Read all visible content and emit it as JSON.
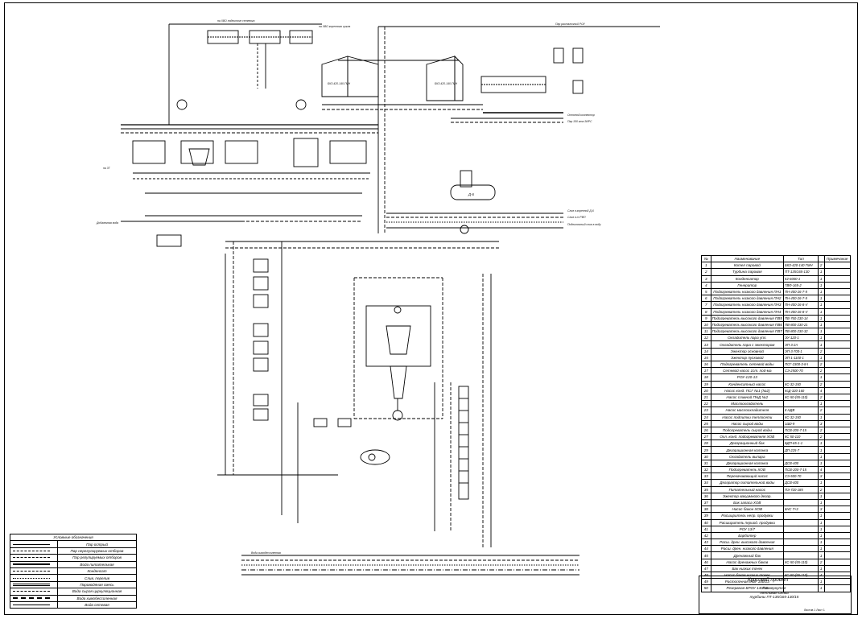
{
  "labels": {
    "top_flue": "на ХВО подпиточн сетевого",
    "top_flue_right": "на ХВО коренного цикла",
    "top_right_pipe": "Пар расталочный РОУ",
    "boiler_left": "БКЗ-420-140-ГМН",
    "boiler_right": "БКЗ-420-140-ГМН",
    "main_header": "Основной коллектор",
    "reserve_header": "Пар 150 ата ЗИРС",
    "d6": "Д-6",
    "drain_header1": "Слив в коренной Д-6",
    "drain_header2": "Слив в т РВП",
    "drain_header3": "Подпиточный слив в воду",
    "left_label": "на 3Т",
    "left_label2": "Добавочная вода",
    "bottom_pipes": "Вода химобессоленная"
  },
  "spec_table": {
    "headers": {
      "num": "№",
      "name": "Наименование",
      "type": "Тип",
      "qty": "",
      "note": "Примечание"
    },
    "rows": [
      {
        "num": "1",
        "name": "Котел паровой",
        "type": "БКЗ-420-140 ГМН",
        "qty": "2"
      },
      {
        "num": "2",
        "name": "Турбина паровая",
        "type": "ПТ-135/165-130",
        "qty": "1"
      },
      {
        "num": "3",
        "name": "Конденсатор",
        "type": "К2-6000-1",
        "qty": "1"
      },
      {
        "num": "4",
        "name": "Генератор",
        "type": "ТВФ-165-2",
        "qty": "1"
      },
      {
        "num": "5",
        "name": "Подогреватель низкого давления ПН1",
        "type": "ПН-400-26-7-II",
        "qty": "1"
      },
      {
        "num": "6",
        "name": "Подогреватель низкого давления ПН2",
        "type": "ПН-400-26-7-II",
        "qty": "1"
      },
      {
        "num": "7",
        "name": "Подогреватель низкого давления ПН3",
        "type": "ПН-400-26-8-V",
        "qty": "1"
      },
      {
        "num": "8",
        "name": "Подогреватель низкого давления ПН4",
        "type": "ПН-400-26-8-V",
        "qty": "1"
      },
      {
        "num": "9",
        "name": "Подогреватель высокого давления ПВ5",
        "type": "ПВ-760-230-14",
        "qty": "1"
      },
      {
        "num": "10",
        "name": "Подогреватель высокого давления ПВ6",
        "type": "ПВ-800-230-21",
        "qty": "1"
      },
      {
        "num": "11",
        "name": "Подогреватель высокого давления ПВ7",
        "type": "ПВ-800-230-32",
        "qty": "1"
      },
      {
        "num": "12",
        "name": "Охладитель пара упл.",
        "type": "ЭУ-120-1",
        "qty": "1"
      },
      {
        "num": "13",
        "name": "Охладитель пара с эжектором",
        "type": "ЭП-3-2А",
        "qty": "1"
      },
      {
        "num": "14",
        "name": "Эжектор основной",
        "type": "ЭП-3-700-1",
        "qty": "2"
      },
      {
        "num": "15",
        "name": "Эжектор пусковой",
        "type": "ЭП-1-1100-1",
        "qty": "1"
      },
      {
        "num": "16",
        "name": "Подогреватель сетевой воды",
        "type": "ПСГ-2300-3-8-I",
        "qty": "2"
      },
      {
        "num": "17",
        "name": "Сетевой насос 1ст. под-ма",
        "type": "СЭ-2500-70",
        "qty": "2"
      },
      {
        "num": "18",
        "name": "РОУ-120-13",
        "type": "",
        "qty": "1"
      },
      {
        "num": "19",
        "name": "Конденсатный насос",
        "type": "КС-32-150",
        "qty": "2"
      },
      {
        "num": "20",
        "name": "Насос конд. ПСГ №1 (№2)",
        "type": "КсД-320-160",
        "qty": "4"
      },
      {
        "num": "21",
        "name": "Насос сливной ПНД №2",
        "type": "КС-50-(55-110)",
        "qty": "2"
      },
      {
        "num": "22",
        "name": "Маслоохладитель",
        "type": "",
        "qty": "1"
      },
      {
        "num": "23",
        "name": "Насос маслоохладителя",
        "type": "8 НДВ",
        "qty": "2"
      },
      {
        "num": "24",
        "name": "Насос подпитки теплосети",
        "type": "КС-32-150",
        "qty": "1"
      },
      {
        "num": "25",
        "name": "Насос сырой воды",
        "type": "1Ш0-9",
        "qty": "3"
      },
      {
        "num": "26",
        "name": "Подогреватель сырой воды",
        "type": "ПСВ-200-7-15",
        "qty": "2"
      },
      {
        "num": "27",
        "name": "Охл. конд. подогревателя ХОВ",
        "type": "КС 50-110",
        "qty": "2"
      },
      {
        "num": "28",
        "name": "Деаэрационный бак",
        "type": "БДП-65-1-1",
        "qty": "1"
      },
      {
        "num": "29",
        "name": "Деаэрационная колонка",
        "type": "ДП-225-7",
        "qty": "1"
      },
      {
        "num": "30",
        "name": "Охладитель выпара",
        "type": "",
        "qty": "1"
      },
      {
        "num": "31",
        "name": "Деаэрационная колонка",
        "type": "ДСВ-400",
        "qty": "1"
      },
      {
        "num": "32",
        "name": "Подогреватель ХОВ",
        "type": "ПСВ-200-7-15",
        "qty": "4"
      },
      {
        "num": "33",
        "name": "Перекачивающий насос",
        "type": "СЭ-500-70",
        "qty": "3"
      },
      {
        "num": "34",
        "name": "Деаэратор питательной воды",
        "type": "ДСВ-400",
        "qty": "1"
      },
      {
        "num": "35",
        "name": "Питательный насос",
        "type": "ПЭ-720-185",
        "qty": "2"
      },
      {
        "num": "36",
        "name": "Эжектор вакуумного деаэр.",
        "type": "",
        "qty": "1"
      },
      {
        "num": "37",
        "name": "Бак запаса ХОВ",
        "type": "",
        "qty": "1"
      },
      {
        "num": "38",
        "name": "Насос бакон ХОВ",
        "type": "8НС 7×3",
        "qty": "3"
      },
      {
        "num": "39",
        "name": "Расширитель непр. продувки",
        "type": "",
        "qty": "1"
      },
      {
        "num": "40",
        "name": "Расширитель период. продувки",
        "type": "",
        "qty": "1"
      },
      {
        "num": "41",
        "name": "РОУ 13/7",
        "type": "",
        "qty": "1"
      },
      {
        "num": "42",
        "name": "Барботер",
        "type": "",
        "qty": "1"
      },
      {
        "num": "43",
        "name": "Расш. дрен. высокого давления",
        "type": "",
        "qty": "1"
      },
      {
        "num": "44",
        "name": "Расш. дрен. низкого давления",
        "type": "",
        "qty": "1"
      },
      {
        "num": "45",
        "name": "Дренажный бак",
        "type": "",
        "qty": "1"
      },
      {
        "num": "46",
        "name": "Насос дренажных баков",
        "type": "КС-50-(55-110)",
        "qty": "2"
      },
      {
        "num": "47",
        "name": "Бак низких точек",
        "type": "",
        "qty": "1"
      },
      {
        "num": "48",
        "name": "Насос баков низких точек",
        "type": "КС-50-(55-110)",
        "qty": "4"
      },
      {
        "num": "49",
        "name": "Растопочная РОУ 140/13",
        "type": "",
        "qty": "1"
      },
      {
        "num": "50",
        "name": "Резервная БРОУ 140/13",
        "type": "",
        "qty": "1"
      }
    ]
  },
  "legend": {
    "title": "Условные обозначения",
    "items": [
      {
        "text": "Пар острый",
        "style": "solid"
      },
      {
        "text": "Пар нерегулируемых отборов",
        "style": "dash"
      },
      {
        "text": "Пар регулируемых отборов",
        "style": "longdash"
      },
      {
        "text": "Вода питательная",
        "style": "thick"
      },
      {
        "text": "Конденсат",
        "style": "dashdot"
      },
      {
        "text": "Слив, перелив",
        "style": "dot"
      },
      {
        "text": "Пароводяная смесь",
        "style": "double"
      },
      {
        "text": "Вода сырая циркуляционная",
        "style": "dashdotdot"
      },
      {
        "text": "Вода химобессоленная",
        "style": "dash2"
      },
      {
        "text": "Вода сетевая",
        "style": "thin"
      }
    ]
  },
  "title_block": {
    "project": "Курсовой проект",
    "desc_line1": "Развернутая",
    "desc_line2": "тепловая схема",
    "desc_line3": "турбины ПТ-135/165-130/15",
    "sheet": "Листов 1  Лист 1"
  }
}
